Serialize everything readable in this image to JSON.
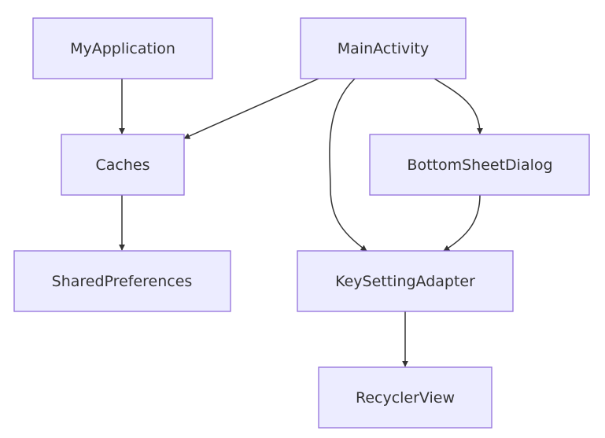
{
  "diagram": {
    "type": "flowchart",
    "direction": "top-down",
    "colors": {
      "node_fill": "#ececff",
      "node_border": "#9370db",
      "edge": "#333333",
      "text": "#333333"
    },
    "nodes": {
      "myapplication": "MyApplication",
      "mainactivity": "MainActivity",
      "caches": "Caches",
      "bottomsheetdialog": "BottomSheetDialog",
      "sharedpreferences": "SharedPreferences",
      "keysettingadapter": "KeySettingAdapter",
      "recyclerview": "RecyclerView"
    },
    "edges": [
      {
        "from": "MyApplication",
        "to": "Caches"
      },
      {
        "from": "MainActivity",
        "to": "Caches"
      },
      {
        "from": "MainActivity",
        "to": "KeySettingAdapter"
      },
      {
        "from": "MainActivity",
        "to": "BottomSheetDialog"
      },
      {
        "from": "Caches",
        "to": "SharedPreferences"
      },
      {
        "from": "BottomSheetDialog",
        "to": "KeySettingAdapter"
      },
      {
        "from": "KeySettingAdapter",
        "to": "RecyclerView"
      }
    ]
  }
}
